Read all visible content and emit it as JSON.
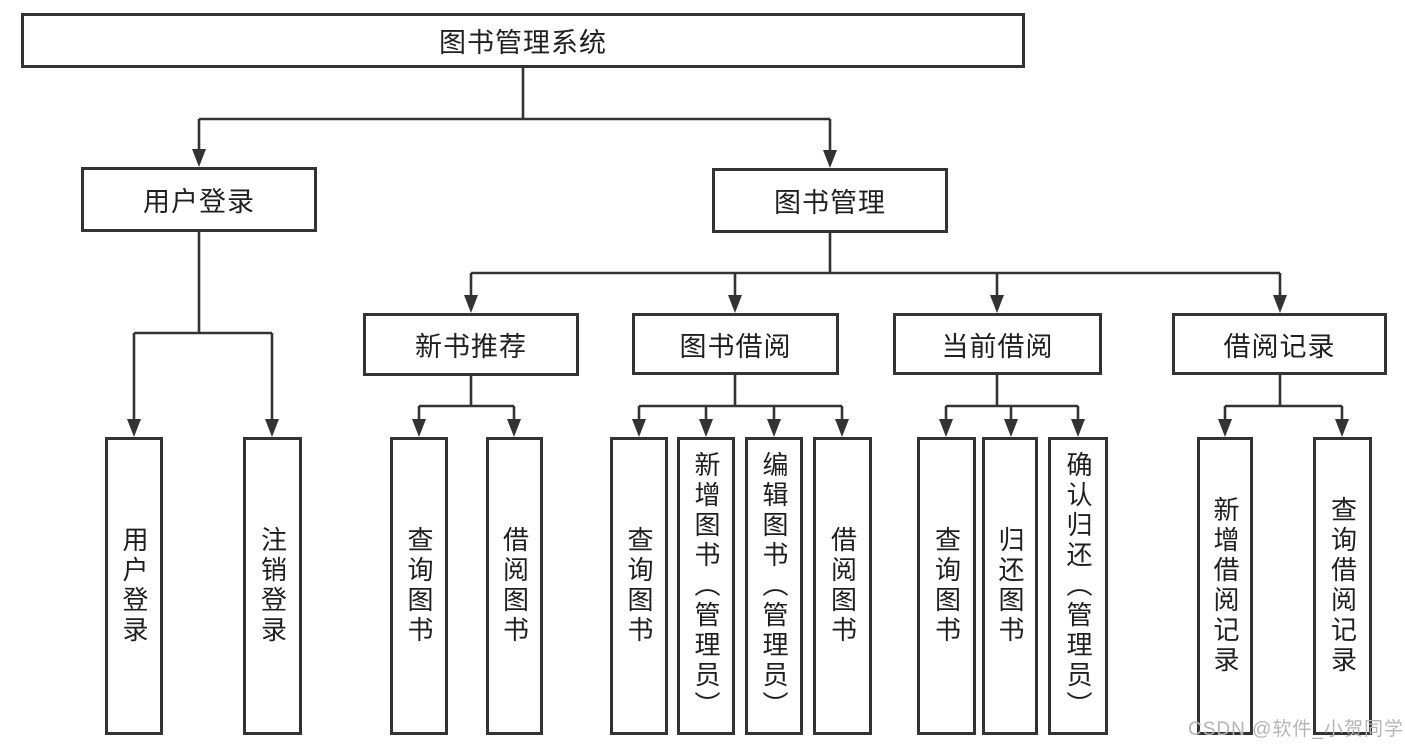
{
  "diagram": {
    "title": "图书管理系统",
    "colors": {
      "line": "#333333",
      "box_border": "#333333",
      "text": "#1f1f1f",
      "background": "#ffffff",
      "watermark_text": "#b5b5b5"
    },
    "tree": {
      "root": "图书管理系统",
      "branches": [
        {
          "label": "用户登录",
          "children": [
            "用户登录",
            "注销登录"
          ]
        },
        {
          "label": "图书管理",
          "sections": [
            {
              "label": "新书推荐",
              "children": [
                "查询图书",
                "借阅图书"
              ]
            },
            {
              "label": "图书借阅",
              "children": [
                "查询图书",
                "新增图书（管理员）",
                "编辑图书（管理员）",
                "借阅图书"
              ]
            },
            {
              "label": "当前借阅",
              "children": [
                "查询图书",
                "归还图书",
                "确认归还（管理员）"
              ]
            },
            {
              "label": "借阅记录",
              "children": [
                "新增借阅记录",
                "查询借阅记录"
              ]
            }
          ]
        }
      ]
    },
    "watermark": "CSDN @软件_小贺同学"
  }
}
